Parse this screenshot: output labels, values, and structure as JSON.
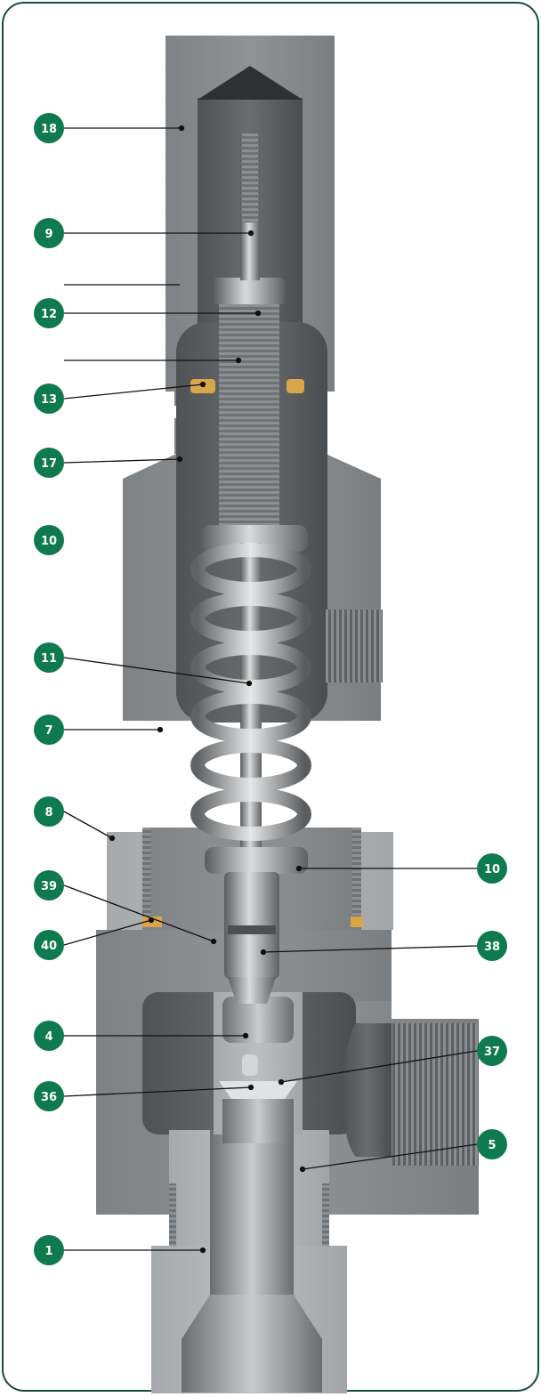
{
  "colors": {
    "border": "#1a4a3a",
    "badge": "#0f7a4e",
    "badge_text": "#ffffff",
    "body_dark": "#6b6e70",
    "body_mid": "#8c8f91",
    "body_light": "#b2b5b7",
    "cavity": "#55585a",
    "leader": "#111111"
  },
  "callouts": {
    "c18": "18",
    "c9": "9",
    "c12": "12",
    "c13": "13",
    "c17": "17",
    "c10a": "10",
    "c11": "11",
    "c7": "7",
    "c8": "8",
    "c39": "39",
    "c40": "40",
    "c10b": "10",
    "c38": "38",
    "c4": "4",
    "c36": "36",
    "c37": "37",
    "c5": "5",
    "c1": "1"
  }
}
